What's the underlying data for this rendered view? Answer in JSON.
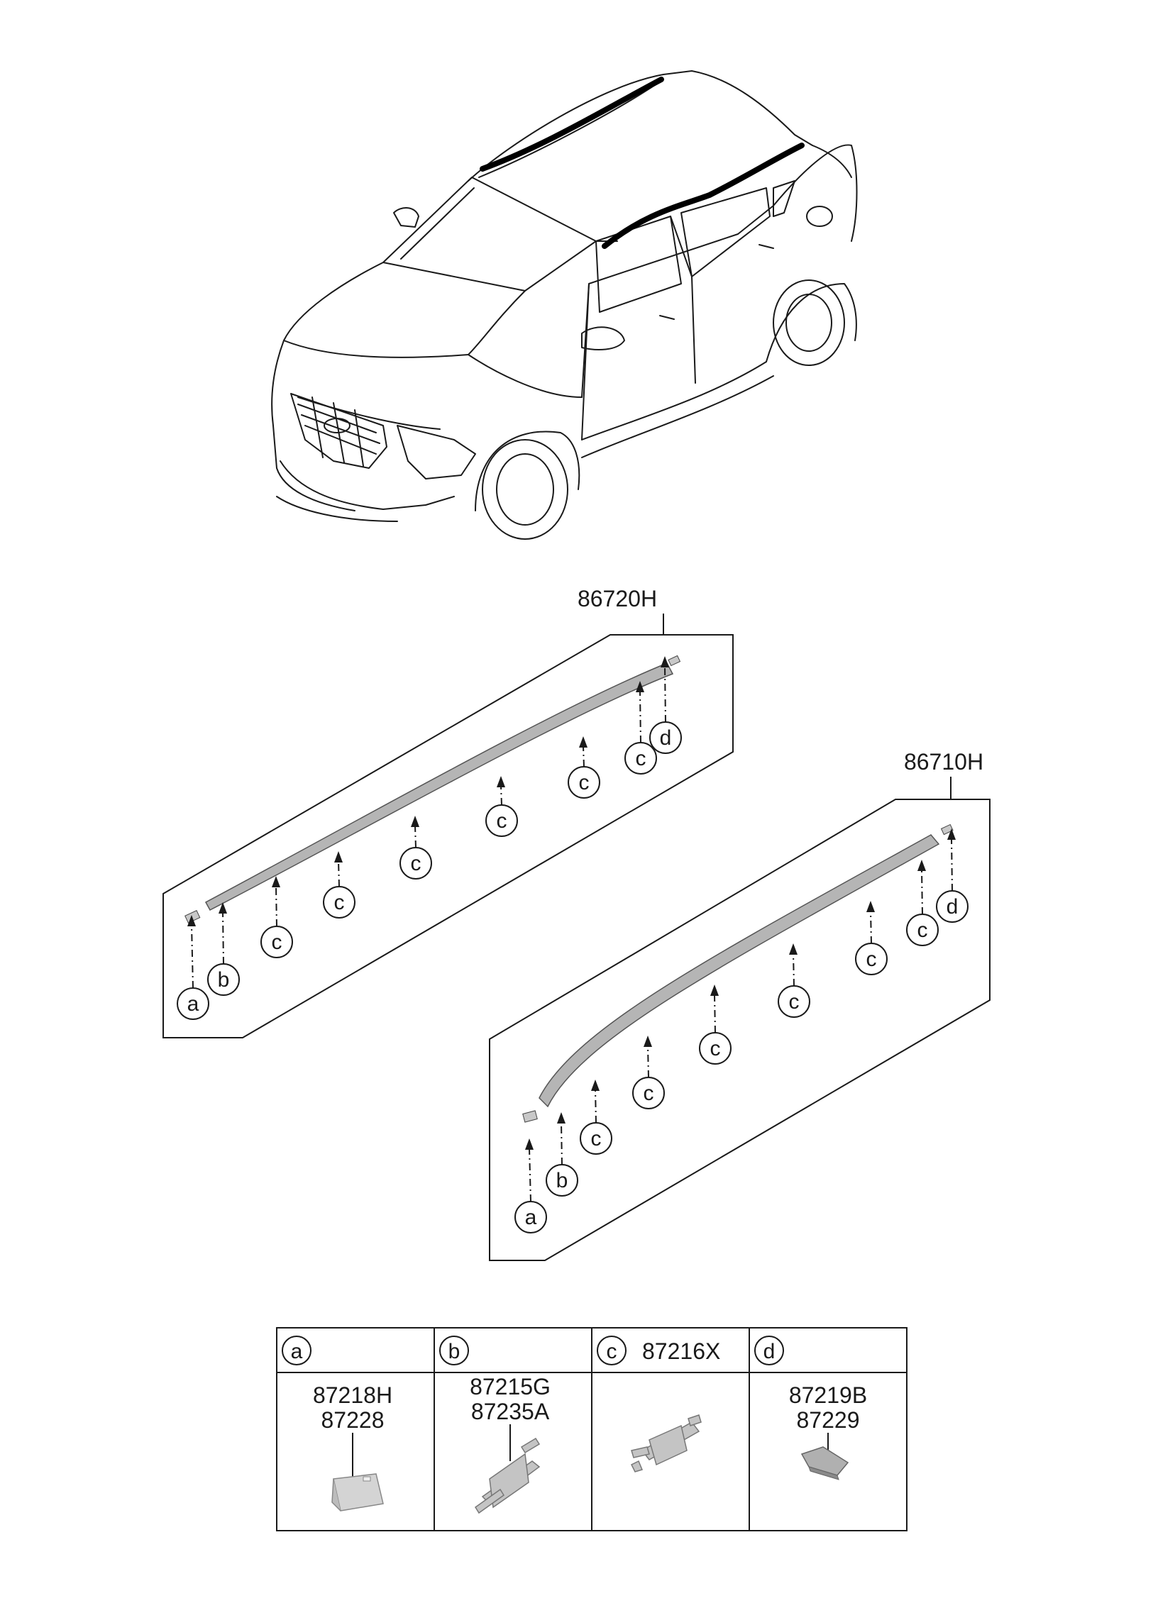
{
  "diagram": {
    "assemblies": [
      {
        "id": "rear",
        "part_number": "86720H",
        "callouts": [
          "a",
          "b",
          "c",
          "c",
          "c",
          "c",
          "c",
          "c",
          "d"
        ]
      },
      {
        "id": "front",
        "part_number": "86710H",
        "callouts": [
          "a",
          "b",
          "c",
          "c",
          "c",
          "c",
          "c",
          "c",
          "d"
        ]
      }
    ],
    "legend": {
      "columns": [
        {
          "letter": "a",
          "header_part": "",
          "parts": [
            "87218H",
            "87228"
          ]
        },
        {
          "letter": "b",
          "header_part": "",
          "parts": [
            "87215G",
            "87235A"
          ]
        },
        {
          "letter": "c",
          "header_part": "87216X",
          "parts": []
        },
        {
          "letter": "d",
          "header_part": "",
          "parts": [
            "87219B",
            "87229"
          ]
        }
      ]
    },
    "colors": {
      "line": "#1a1a1a",
      "molding_fill": "#b5b5b5",
      "highlight": "#000000"
    }
  }
}
